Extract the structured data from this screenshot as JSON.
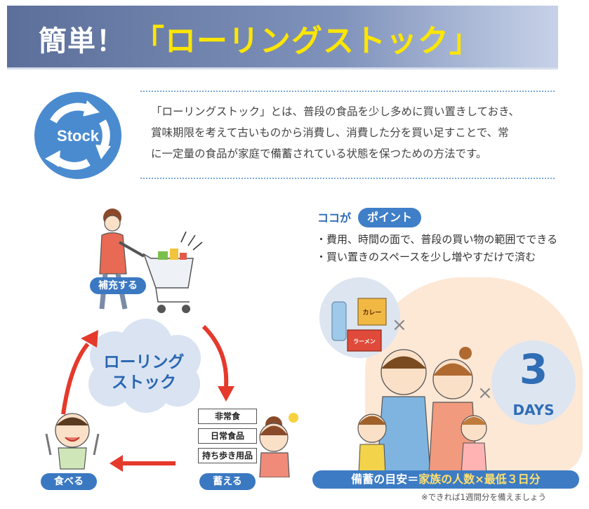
{
  "header": {
    "title_lead": "簡単！",
    "title_main": "「ローリングストック」"
  },
  "intro": {
    "icon_label": "Stock",
    "lines": [
      "「ローリングストック」とは、普段の食品を少し多めに買い置きしておき、",
      "賞味期限を考えて古いものから消費し、消費した分を買い足すことで、常",
      "に一定量の食品が家庭で備蓄されている状態を保つための方法です。"
    ]
  },
  "points": {
    "heading": "ココが",
    "badge": "ポイント",
    "items": [
      "・費用、時間の面で、普段の買い物の範囲でできる",
      "・買い置きのスペースを少し増やすだけで済む"
    ]
  },
  "cycle": {
    "center_line1": "ローリング",
    "center_line2": "ストック",
    "step_replenish": "補充する",
    "step_eat": "食べる",
    "step_store": "蓄える",
    "store_items": [
      "非常食",
      "日常食品",
      "持ち歩き用品"
    ]
  },
  "family": {
    "times_symbol": "×",
    "label_curry": "カレー",
    "label_ramen": "ラーメン",
    "days_number": "3",
    "days_label": "DAYS",
    "guideline_prefix": "備蓄の目安＝",
    "guideline_value": "家族の人数×最低３日分",
    "note": "※できれば1週間分を備えましょう"
  },
  "colors": {
    "accent_blue": "#3b78c2",
    "title_yellow": "#ffe600",
    "arrow_red": "#e5392b",
    "peach": "#fde8d6"
  }
}
